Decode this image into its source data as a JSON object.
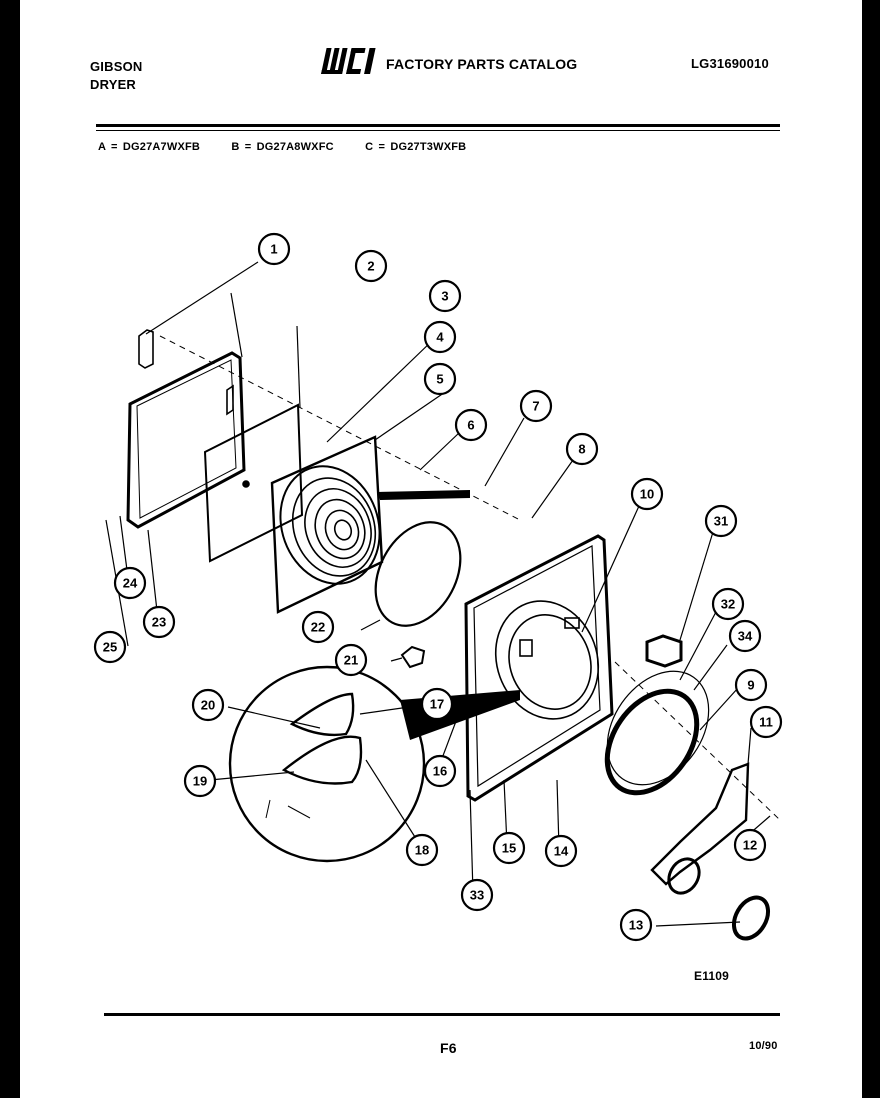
{
  "header": {
    "brand": "GIBSON",
    "appliance": "DRYER",
    "logo_text": "WCI",
    "catalog_title": "FACTORY PARTS CATALOG",
    "catalog_number": "LG31690010"
  },
  "models": [
    "A = DG27A7WXFB",
    "B = DG27A8WXFC",
    "C = DG27T3WXFB"
  ],
  "callouts": [
    "1",
    "2",
    "3",
    "4",
    "5",
    "6",
    "7",
    "8",
    "10",
    "31",
    "32",
    "34",
    "9",
    "11",
    "12",
    "13",
    "14",
    "15",
    "33",
    "16",
    "17",
    "18",
    "19",
    "20",
    "21",
    "22",
    "23",
    "24",
    "25"
  ],
  "footer": {
    "drawing_id": "E1109",
    "page": "F6",
    "date": "10/90"
  }
}
